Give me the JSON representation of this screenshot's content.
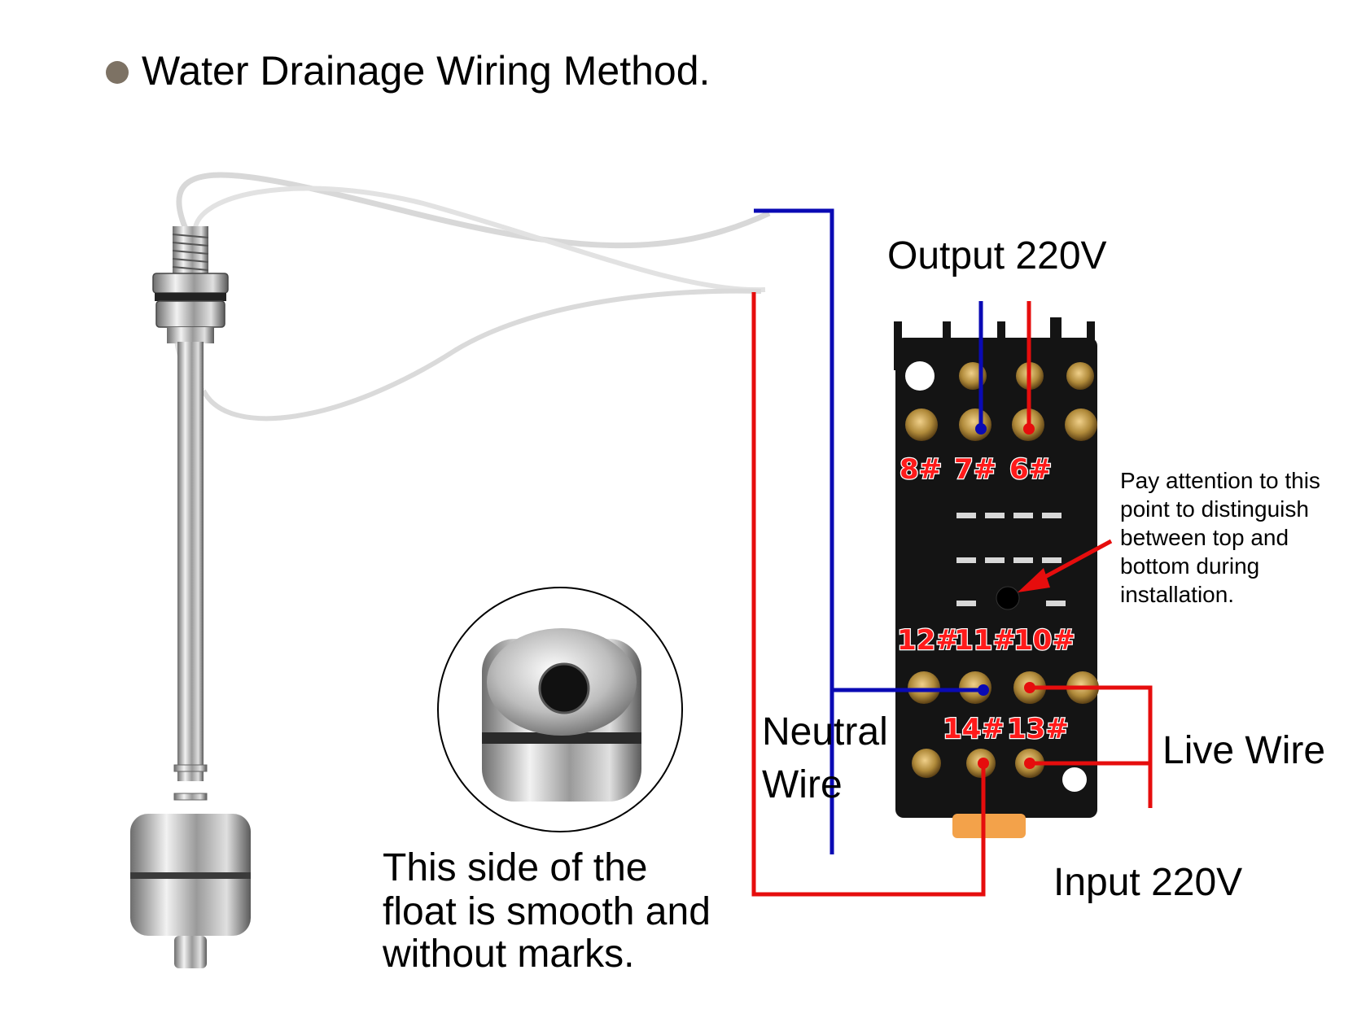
{
  "title": "Water Drainage Wiring Method.",
  "output_label": "Output 220V",
  "input_label": "Input 220V",
  "neutral_label": [
    "Neutral",
    "Wire"
  ],
  "live_label": "Live Wire",
  "note_lines": [
    "Pay attention to this",
    "point to distinguish",
    "between top and",
    "bottom during",
    "installation."
  ],
  "float_caption": [
    "This side of the",
    "float is smooth and",
    "without marks."
  ],
  "pins_top": [
    "8#",
    "7#",
    "6#"
  ],
  "pins_mid": [
    "12#",
    "11#",
    "10#"
  ],
  "pins_bottom": [
    "14#",
    "13#"
  ],
  "colors": {
    "neutral": "#0a0ab4",
    "live": "#e60d0d",
    "bullet": "#7d7264",
    "relay_base": "#141414",
    "screw": "#b08a3a"
  }
}
